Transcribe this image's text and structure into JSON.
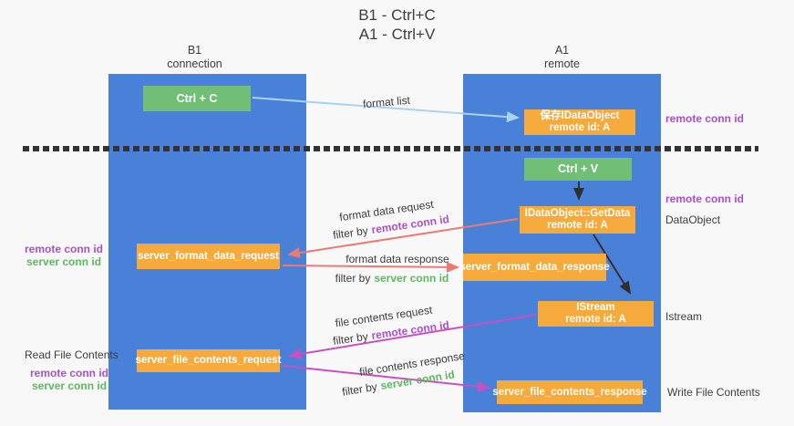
{
  "title": {
    "line1": "B1 - Ctrl+C",
    "line2": "A1 - Ctrl+V"
  },
  "lanes": {
    "left": {
      "name": "B1",
      "role": "connection"
    },
    "right": {
      "name": "A1",
      "role": "remote"
    }
  },
  "boxes": {
    "ctrl_c": {
      "label": "Ctrl + C"
    },
    "save_dataobject": {
      "line1": "保存IDataObject",
      "line2": "remote id: A"
    },
    "ctrl_v": {
      "label": "Ctrl + V"
    },
    "getdata": {
      "line1": "IDataObject::GetData",
      "line2": "remote id: A"
    },
    "server_format_data_request": {
      "label": "server_format_data_request"
    },
    "server_format_data_response": {
      "label": "server_format_data_response"
    },
    "istream": {
      "line1": "IStream",
      "line2": "remote id: A"
    },
    "server_file_contents_request": {
      "label": "server_file_contents_request"
    },
    "server_file_contents_response": {
      "label": "server_file_contents_response"
    }
  },
  "annotations": {
    "right_remote_conn_top": "remote conn id",
    "right_remote_conn_mid": "remote conn id",
    "dataobject": "DataObject",
    "istream": "Istream",
    "write_file_contents": "Write File Contents",
    "read_file_contents": "Read File Contents",
    "left_remote_conn_mid": "remote conn id",
    "left_server_conn_mid": "server conn id",
    "left_remote_conn_bottom": "remote conn id",
    "left_server_conn_bottom": "server conn id"
  },
  "flows": {
    "format_list": {
      "label": "format list"
    },
    "format_data_request": {
      "label": "format data request",
      "filter_prefix": "filter by",
      "filter_key": "remote conn id"
    },
    "format_data_response": {
      "label": "format data response",
      "filter_prefix": "filter by",
      "filter_key": "server conn id"
    },
    "file_contents_request": {
      "label": "file contents request",
      "filter_prefix": "filter by",
      "filter_key": "remote conn id"
    },
    "file_contents_response": {
      "label": "file contents response",
      "filter_prefix": "filter by",
      "filter_key": "server conn id"
    }
  },
  "colors": {
    "lane_blue": "#4a81d8",
    "box_green": "#71bf77",
    "box_orange": "#f7aa3c",
    "arrow_red": "#e97b72",
    "arrow_magenta": "#c94fc4",
    "arrow_blue": "#a9d3f1",
    "arrow_black": "#2f2f2f",
    "text_purple": "#a751c9",
    "text_green": "#5cb860",
    "text_dark": "#3d3d3d",
    "background": "#f8f8f8"
  }
}
